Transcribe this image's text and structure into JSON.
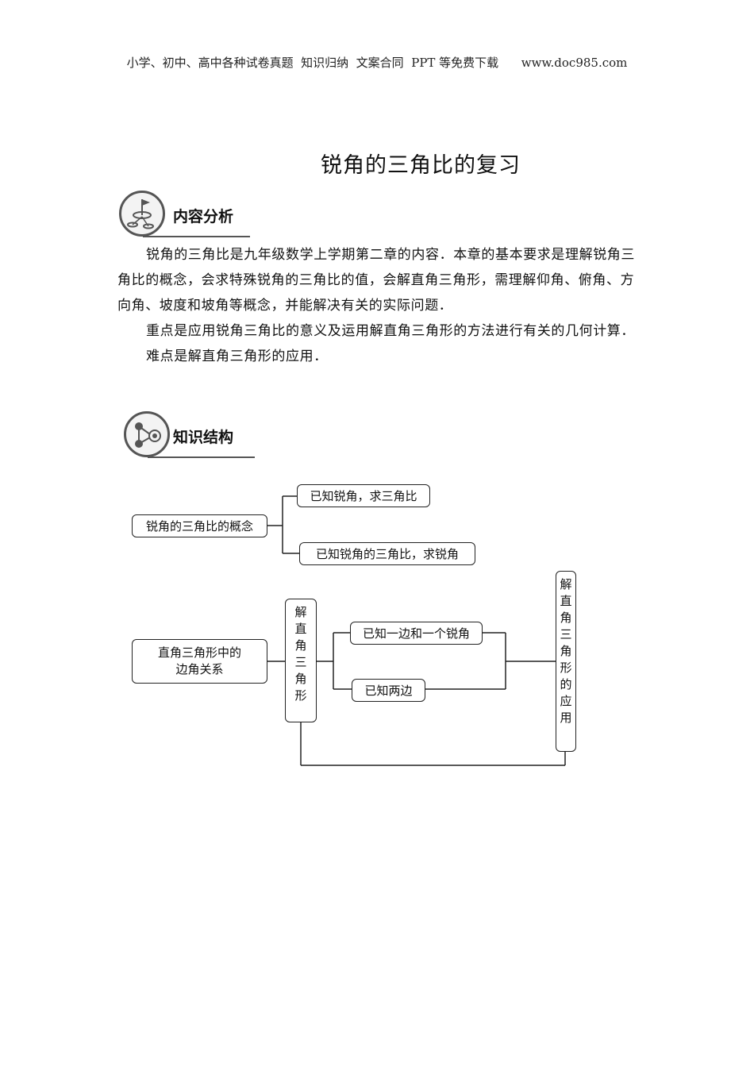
{
  "header": {
    "text": "小学、初中、高中各种试卷真题  知识归纳  文案合同  PPT 等免费下载      www.doc985.com"
  },
  "title": "锐角的三角比的复习",
  "sections": {
    "content_analysis": {
      "label": "内容分析",
      "paragraphs": [
        "锐角的三角比是九年级数学上学期第二章的内容．本章的基本要求是理解锐角三角比的概念，会求特殊锐角的三角比的值，会解直角三角形，需理解仰角、俯角、方向角、坡度和坡角等概念，并能解决有关的实际问题．",
        "重点是应用锐角三角比的意义及运用解直角三角形的方法进行有关的几何计算．",
        "难点是解直角三角形的应用．"
      ]
    },
    "knowledge_structure": {
      "label": "知识结构"
    }
  },
  "diagram": {
    "concept": "锐角的三角比的概念",
    "known_angle": "已知锐角，求三角比",
    "known_ratio": "已知锐角的三角比，求锐角",
    "relation": "直角三角形中的边角关系",
    "solve": [
      "解",
      "直",
      "角",
      "三",
      "角",
      "形"
    ],
    "one_side_angle": "已知一边和一个锐角",
    "two_sides": "已知两边",
    "application": [
      "解",
      "直",
      "角",
      "三",
      "角",
      "形",
      "的",
      "应",
      "用"
    ]
  }
}
